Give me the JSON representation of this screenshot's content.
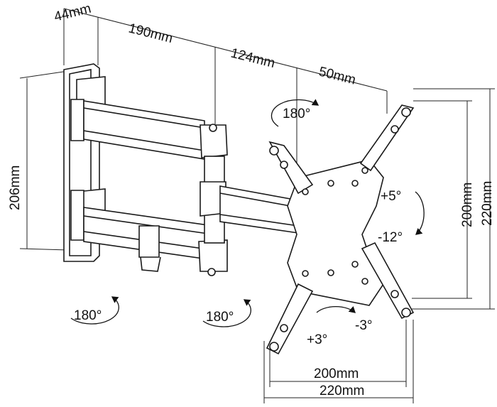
{
  "dimensions": {
    "depth_wall": "44mm",
    "arm_long": "190mm",
    "arm_mid": "124mm",
    "arm_plate": "50mm",
    "height_wallplate": "206mm",
    "vesa_v_inner": "200mm",
    "vesa_v_outer": "220mm",
    "vesa_h_inner": "200mm",
    "vesa_h_outer": "220mm"
  },
  "rotations": {
    "top_swivel": "180°",
    "wall_swivel": "180°",
    "elbow_swivel": "180°",
    "tilt_up": "+5°",
    "tilt_down": "-12°",
    "level_plus": "+3°",
    "level_minus": "-3°"
  },
  "colors": {
    "line": "#1a1a1a",
    "bracket_fill": "#ffffff"
  }
}
